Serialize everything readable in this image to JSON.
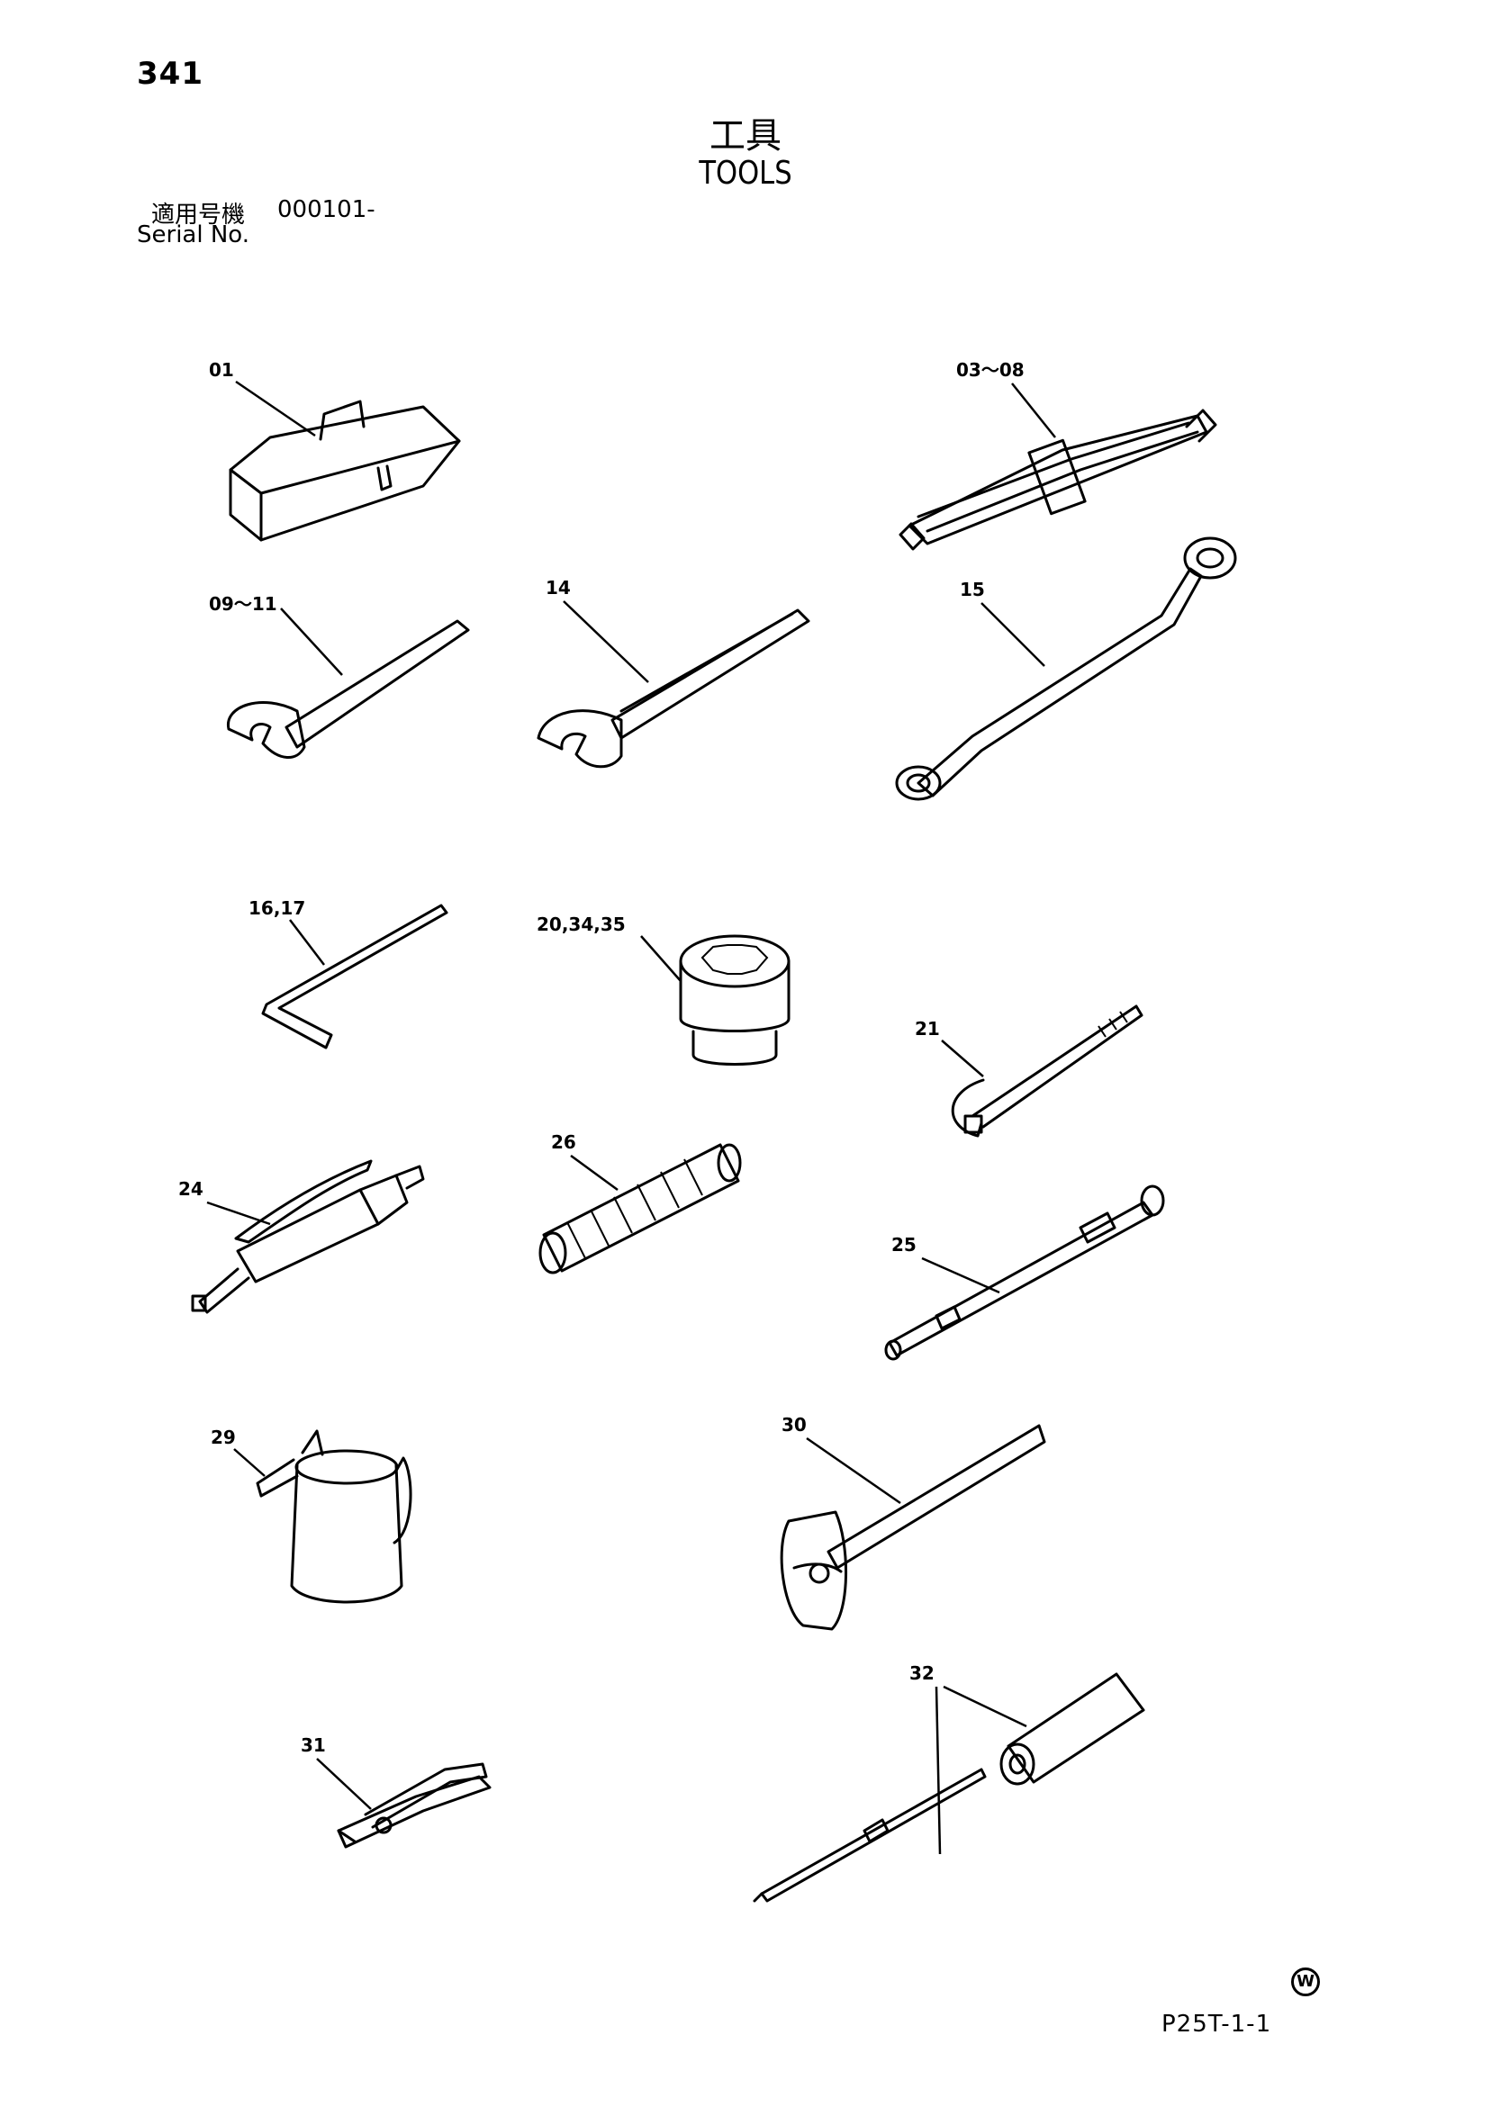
{
  "page": {
    "number": "341",
    "title_jp": "工具",
    "title_en": "TOOLS"
  },
  "serial": {
    "label_jp": "適用号機",
    "range": "000101-",
    "label_en": "Serial No."
  },
  "parts": [
    {
      "label": "01",
      "icon": "toolbox-icon"
    },
    {
      "label": "03～08",
      "icon": "wrench-set-icon"
    },
    {
      "label": "09～11",
      "icon": "open-end-wrench-icon"
    },
    {
      "label": "14",
      "icon": "double-open-wrench-icon"
    },
    {
      "label": "15",
      "icon": "offset-box-wrench-icon"
    },
    {
      "label": "16,17",
      "icon": "hex-key-icon"
    },
    {
      "label": "20,34,35",
      "icon": "socket-icon"
    },
    {
      "label": "21",
      "icon": "l-bar-icon"
    },
    {
      "label": "24",
      "icon": "grease-gun-icon"
    },
    {
      "label": "26",
      "icon": "grease-hose-icon"
    },
    {
      "label": "25",
      "icon": "extension-bar-icon"
    },
    {
      "label": "29",
      "icon": "oil-can-icon"
    },
    {
      "label": "30",
      "icon": "hammer-icon"
    },
    {
      "label": "31",
      "icon": "pliers-icon"
    },
    {
      "label": "32",
      "icon": "screwdriver-icon"
    }
  ],
  "footer": {
    "mark": "W",
    "drawing_code": "P25T-1-1"
  }
}
